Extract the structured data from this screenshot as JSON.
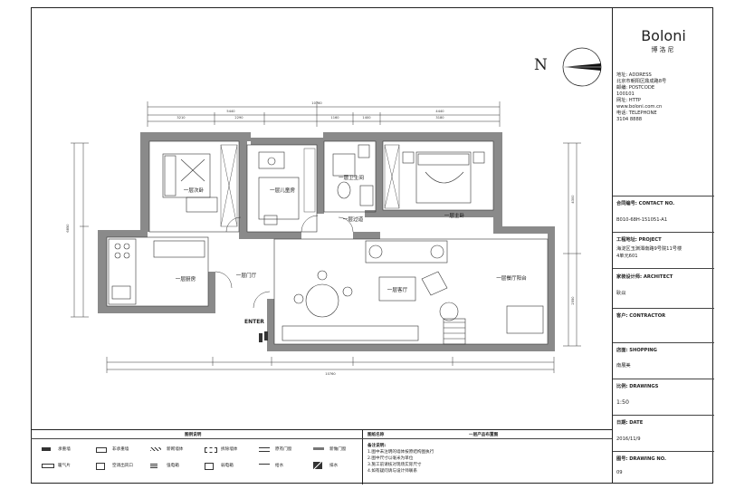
{
  "brand": {
    "name": "Boloni",
    "chinese_name": "博洛尼"
  },
  "north_label": "N",
  "entry_label": "ENTER",
  "rooms": {
    "second_bedroom": "一层次卧",
    "children_room": "一层儿童房",
    "bathroom": "一层卫生间",
    "master_bedroom": "一层主卧",
    "hallway": "一层过道",
    "kitchen": "一层厨房",
    "foyer": "一层门厅",
    "living_room": "一层客厅",
    "dining_balcony": "一层餐厅阳台"
  },
  "dimensions": {
    "top_total": "10760",
    "top_left": "5440",
    "top_right": "4440",
    "top_sub": [
      "3210",
      "2290",
      "1160",
      "1400",
      "3180"
    ],
    "bottom_total": "10760",
    "left_total": "6850",
    "right_sub": [
      "4300",
      "2550"
    ]
  },
  "title_block": {
    "address_label": "地址: ADDRESS",
    "address_value": "北京市朝阳区鼎成路8号",
    "postcode_label": "邮编: POSTCODE",
    "postcode_value": "100101",
    "website_label": "网址: HTTP",
    "website_value": "www.boloni.com.cn",
    "phone_label": "电话: TELEPHONE",
    "phone_value": "3104 8888",
    "contract_label": "合同编号: CONTACT NO.",
    "contract_value": "B010-68H-151051-A1",
    "project_label": "工程地址: PROJECT",
    "project_value_1": "海淀区玉渊潭南路9号院11号楼",
    "project_value_2": "4单元601",
    "designer_label": "家装设计师: ARCHITECT",
    "designer_value": "耿焱",
    "client_label": "客户: CONTRACTOR",
    "shop_label": "店面: SHOPPING",
    "shop_value": "南展美",
    "scale_label": "比例: DRAWINGS",
    "scale_value": "1:50",
    "date_label": "日期: DATE",
    "date_value": "2016/11/9",
    "drawing_label": "图号: DRAWING NO.",
    "drawing_value": "09"
  },
  "legend": {
    "title": "图例说明",
    "drawing_name_label": "图纸名称",
    "drawing_name_value": "一层产品布置图",
    "notes_title": "备注说明:",
    "notes": [
      "1.图中未注明的墙体按原结构图执行",
      "2.图中尺寸以毫米为单位",
      "3.施工前请核对现场实际尺寸",
      "4.如有疑问请与设计师联系"
    ],
    "items": [
      {
        "label": "承重墙"
      },
      {
        "label": "非承重墙"
      },
      {
        "label": "新砌墙体"
      },
      {
        "label": "拆除墙体"
      },
      {
        "label": "原有门窗"
      },
      {
        "label": "新做门窗"
      },
      {
        "label": "暖气片"
      },
      {
        "label": "空调出风口"
      },
      {
        "label": "强电箱"
      },
      {
        "label": "弱电箱"
      },
      {
        "label": "给水"
      },
      {
        "label": "排水"
      }
    ]
  }
}
